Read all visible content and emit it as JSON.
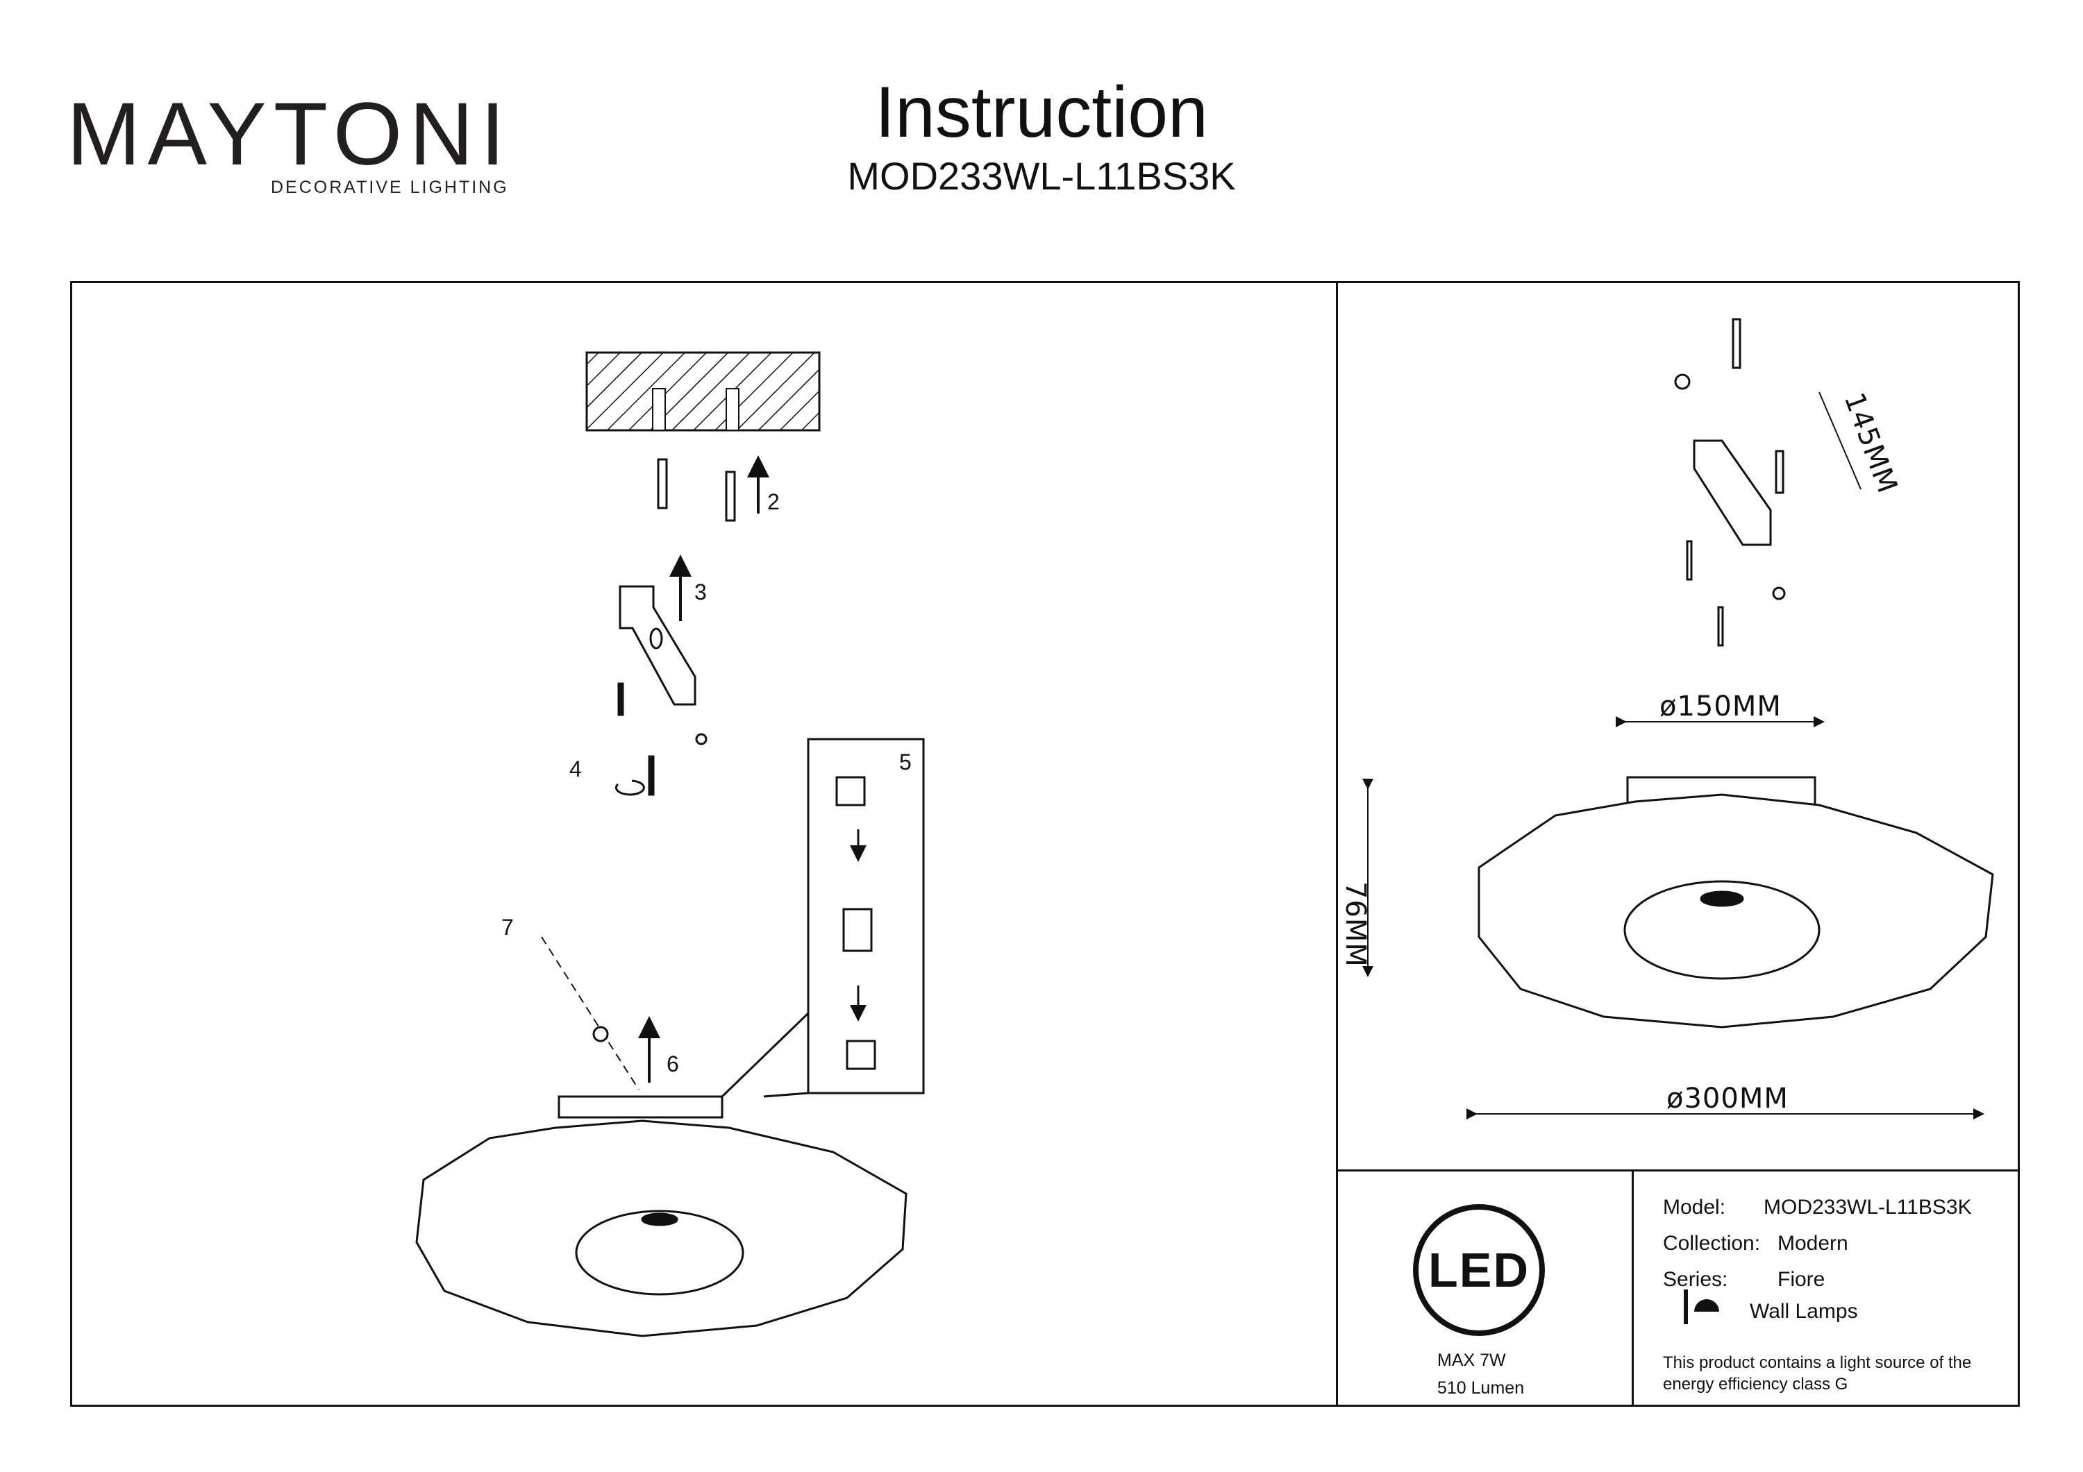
{
  "brand": {
    "name": "MAYTONI",
    "tagline": "DECORATIVE LIGHTING"
  },
  "header": {
    "title": "Instruction",
    "model": "MOD233WL-L11BS3K"
  },
  "steps": [
    "2",
    "3",
    "4",
    "5",
    "6",
    "7"
  ],
  "dimensions": {
    "backplate": "ø150MM",
    "shade": "ø300MM",
    "height": "76MM",
    "bracket": "145MM"
  },
  "led": {
    "badge": "LED",
    "power": "MAX 7W",
    "lumen": "510 Lumen"
  },
  "specs": {
    "model_label": "Model:",
    "model_value": "MOD233WL-L11BS3K",
    "collection_label": "Collection:",
    "collection_value": "Modern",
    "series_label": "Series:",
    "series_value": "Fiore",
    "type_value": "Wall Lamps",
    "energy_note_1": "This product contains a light source of the",
    "energy_note_2": "energy efficiency class G"
  },
  "colors": {
    "ink": "#111111",
    "logo_accent": "#5b1a4a"
  },
  "icons": [
    "wall-hatch",
    "wall-plug-icon",
    "screw-icon",
    "bracket-icon",
    "arrow-up-icon",
    "rotate-icon",
    "connector-icon",
    "wall-lamp-icon"
  ]
}
